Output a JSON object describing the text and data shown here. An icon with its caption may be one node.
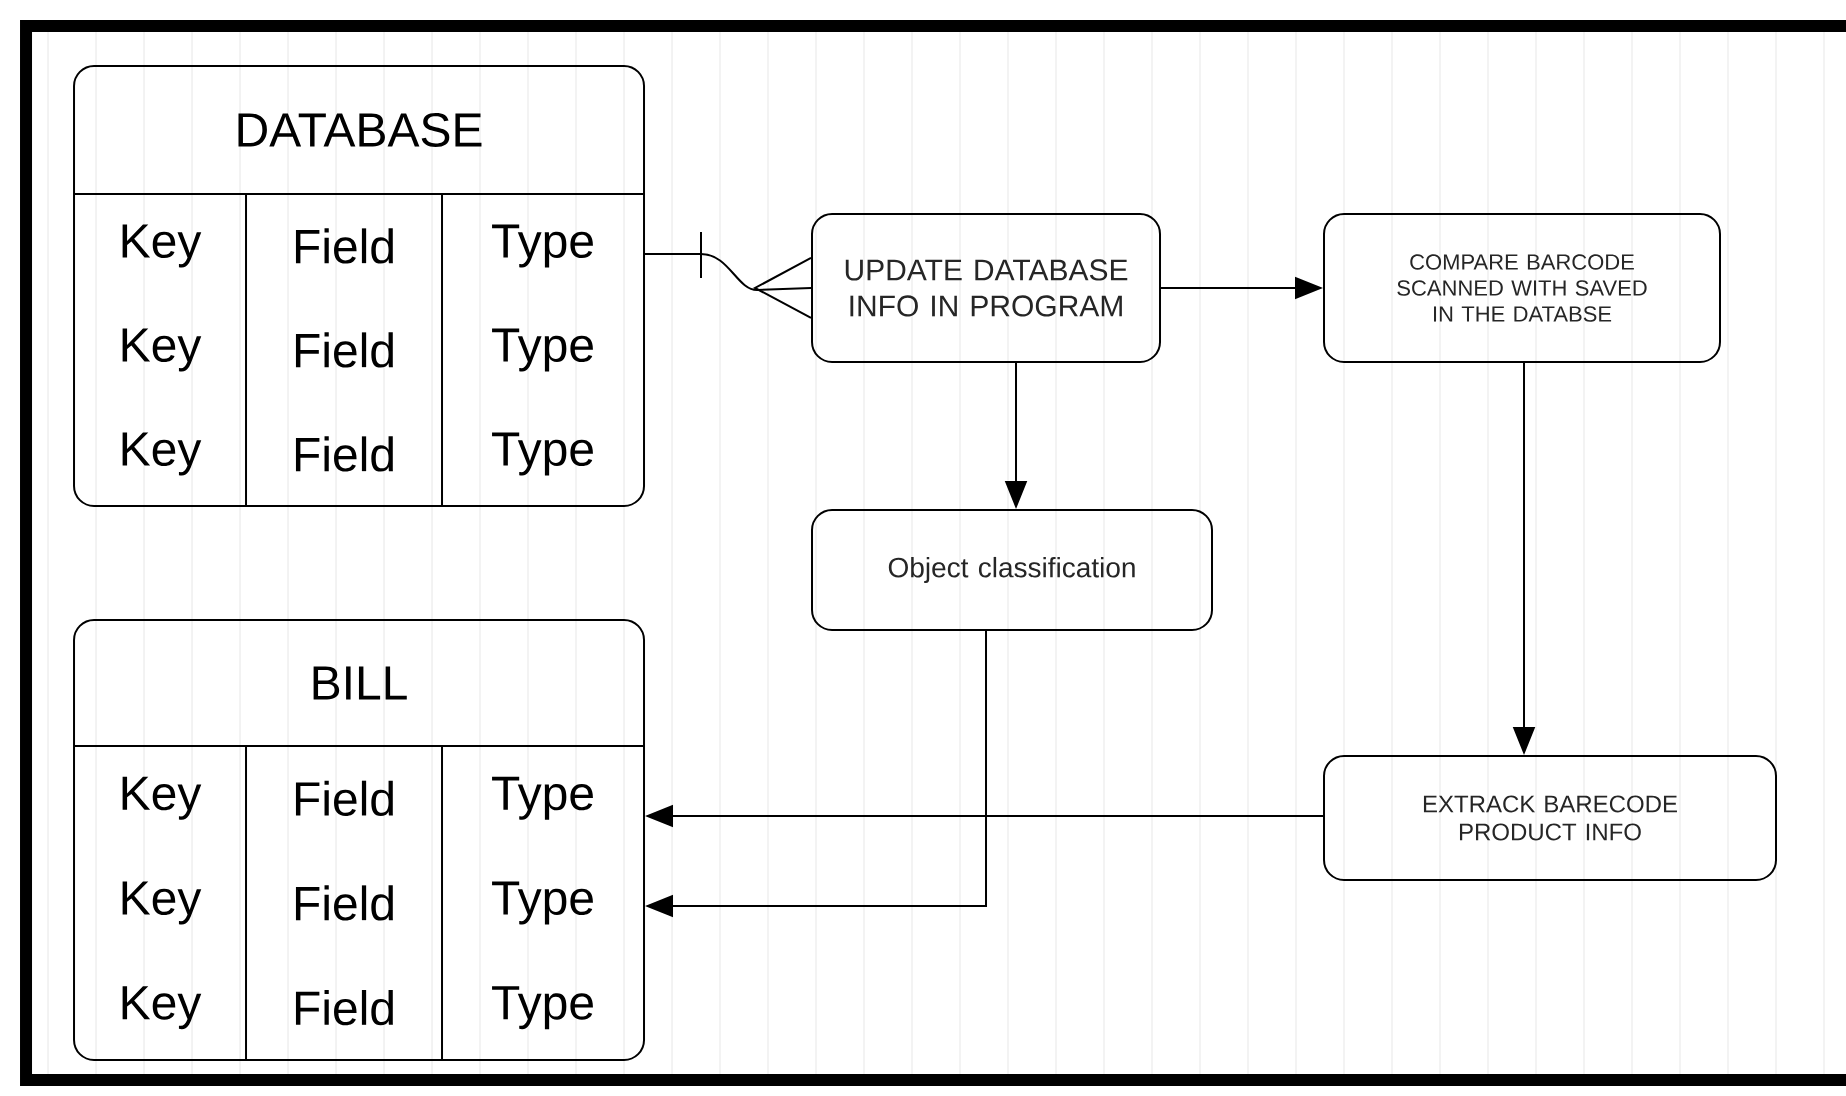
{
  "diagram": {
    "nodes": [
      {
        "text": [
          "DATABASE",
          "Key",
          "Field",
          "Type",
          "Key",
          "Field",
          "Type",
          "Key",
          "Field",
          "Type"
        ]
      },
      {
        "text": [
          "UPDATE DATABASE INFO IN PROGRAM"
        ]
      },
      {
        "text": [
          "COMPARE BARCODE SCANNED WITH SAVED IN THE DATABSE"
        ]
      },
      {
        "text": [
          "Object classification"
        ]
      },
      {
        "text": [
          "BILL",
          "Key",
          "Field",
          "Type",
          "Key",
          "Field",
          "Type",
          "Key",
          "Field",
          "Type"
        ]
      },
      {
        "text": [
          "EXTRACK BARECODE PRODUCT INFO"
        ]
      }
    ],
    "edges": [
      {
        "from": 0,
        "to": 1,
        "arrow": "other"
      },
      {
        "from": 1,
        "to": 2,
        "arrow": "to"
      },
      {
        "from": 1,
        "to": 3,
        "arrow": "to"
      },
      {
        "from": 2,
        "to": 5,
        "arrow": "to"
      },
      {
        "from": 5,
        "to": 4,
        "arrow": "to"
      },
      {
        "from": 3,
        "to": 4,
        "arrow": "to"
      }
    ]
  }
}
